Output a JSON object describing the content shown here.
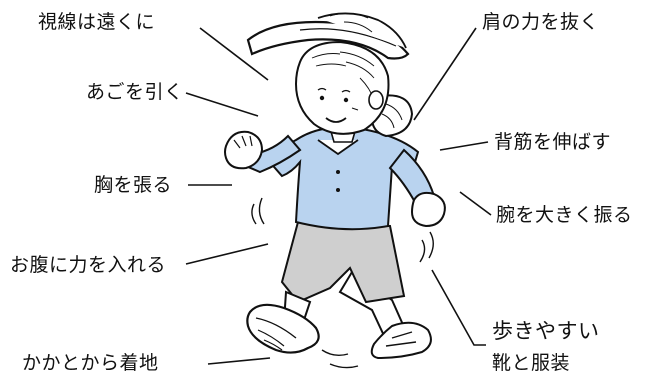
{
  "labels": {
    "gaze": "視線は遠くに",
    "shoulders": "肩の力を抜く",
    "chin": "あごを引く",
    "back": "背筋を伸ばす",
    "chest": "胸を張る",
    "arms": "腕を大きく振る",
    "belly": "お腹に力を入れる",
    "heel": "かかとから着地",
    "shoes_line1": "歩きやすい",
    "shoes_line2": "靴と服装"
  },
  "colors": {
    "shirt": "#b9d3ef",
    "skin": "#ffffff",
    "outline": "#111111",
    "shorts": "#cfcfcf"
  }
}
